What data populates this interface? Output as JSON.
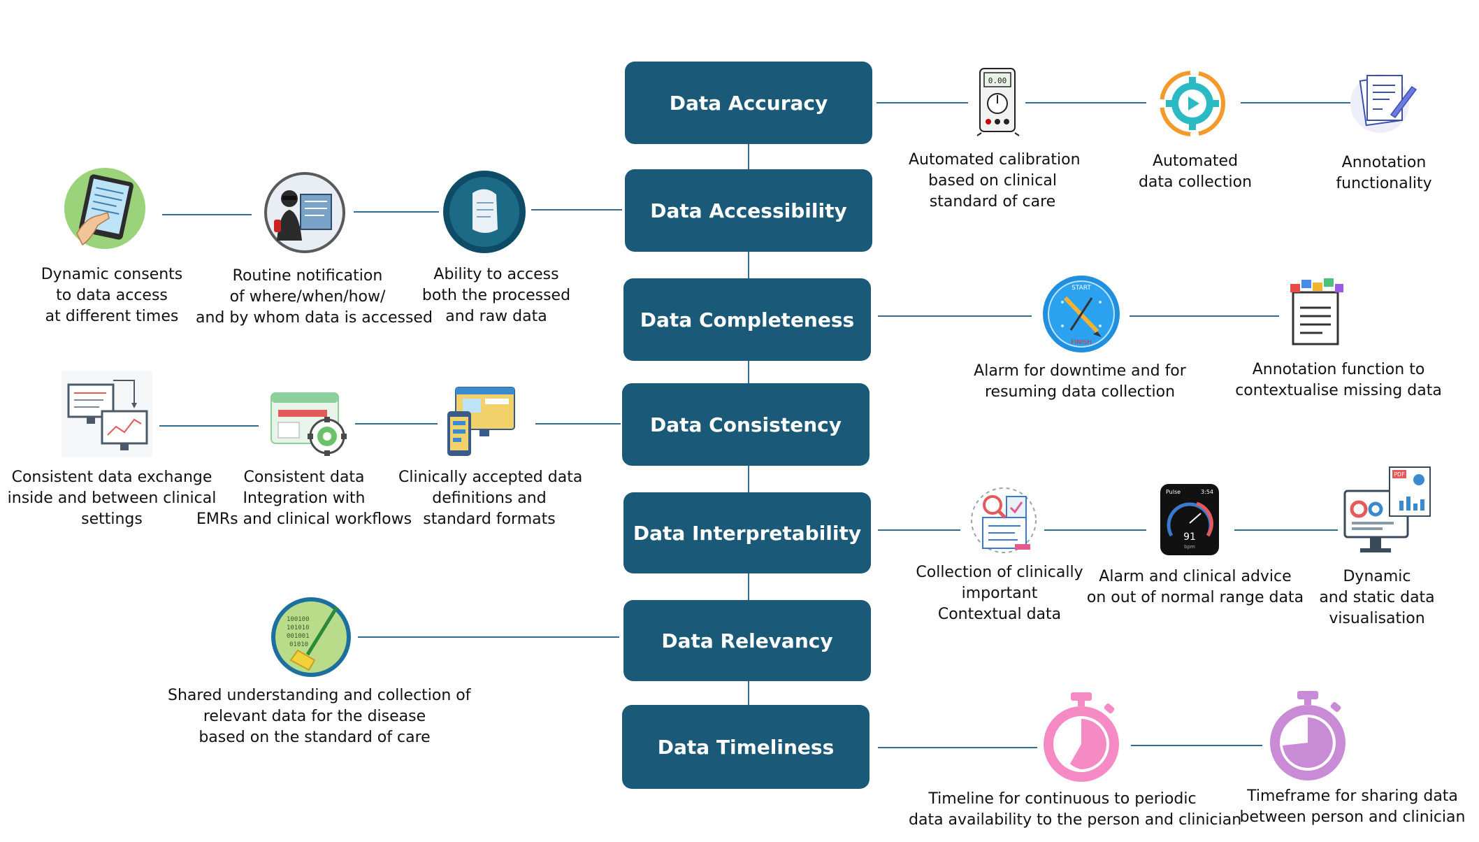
{
  "central": {
    "accuracy": "Data Accuracy",
    "accessibility": "Data Accessibility",
    "completeness": "Data Completeness",
    "consistency": "Data Consistency",
    "interpretability": "Data Interpretability",
    "relevancy": "Data Relevancy",
    "timeliness": "Data Timeliness"
  },
  "accuracy": {
    "calibration": [
      "Automated calibration",
      "based on clinical",
      "standard of care"
    ],
    "collection": [
      "Automated",
      "data collection"
    ],
    "annotation": [
      "Annotation",
      "functionality"
    ]
  },
  "accessibility": {
    "consents": [
      "Dynamic consents",
      "to data access",
      "at different times"
    ],
    "notification": [
      "Routine notification",
      "of where/when/how/",
      "and by whom data is accessed"
    ],
    "access": [
      "Ability to access",
      "both the processed",
      "and raw data"
    ]
  },
  "completeness": {
    "alarm": [
      "Alarm for downtime and for",
      "resuming data collection"
    ],
    "annotation": [
      "Annotation function to",
      "contextualise missing data"
    ],
    "stopwatch_start": "START",
    "stopwatch_finish": "FINISH"
  },
  "consistency": {
    "exchange": [
      "Consistent data exchange",
      "inside and between clinical",
      "settings"
    ],
    "integration": [
      "Consistent data",
      "Integration with",
      "EMRs and clinical workflows"
    ],
    "definitions": [
      "Clinically accepted data",
      "definitions and",
      "standard formats"
    ]
  },
  "interpretability": {
    "contextual": [
      "Collection of clinically",
      "important",
      "Contextual data"
    ],
    "alarm": [
      "Alarm and clinical advice",
      "on out of normal range data"
    ],
    "visualisation": [
      "Dynamic",
      "and static data",
      "visualisation"
    ],
    "watch_label": "Pulse",
    "watch_time": "3:54",
    "watch_value": "91",
    "watch_unit": "bpm",
    "pdf_label": "PDF"
  },
  "relevancy": {
    "shared": [
      "Shared understanding and collection of",
      "relevant data for the disease",
      "based on the standard of care"
    ],
    "binary": [
      "100100",
      "101010",
      "001001",
      "01010"
    ]
  },
  "timeliness": {
    "timeline": [
      "Timeline for continuous to periodic",
      "data availability to the person and clinician"
    ],
    "timeframe": [
      "Timeframe for sharing data",
      "between person and clinician"
    ]
  },
  "colors": {
    "box": "#1a5a78",
    "connector": "#2f6f8f",
    "timer_pink": "#f58ac4",
    "timer_purple": "#c98ad6"
  }
}
